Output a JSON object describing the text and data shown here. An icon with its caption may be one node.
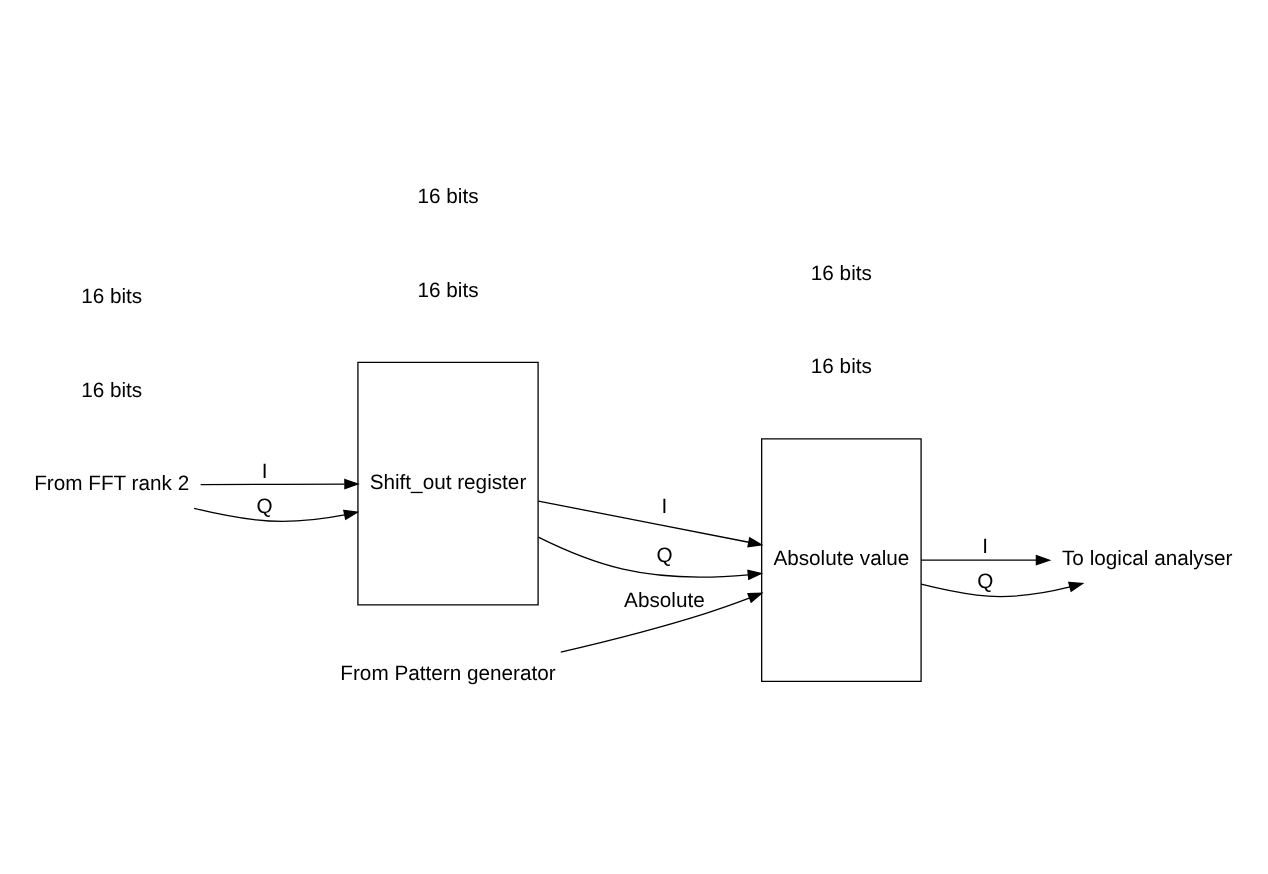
{
  "diagram": {
    "nodes": [
      {
        "text": [
          "From FFT rank 2"
        ]
      },
      {
        "text": [
          "Shift_out register"
        ]
      },
      {
        "text": [
          "Absolute value"
        ]
      },
      {
        "text": [
          "To logical analyser"
        ]
      },
      {
        "text": [
          "From Pattern generator"
        ]
      }
    ],
    "edges": [
      {
        "from": 0,
        "to": 1,
        "arrow": "to",
        "label": "I"
      },
      {
        "from": 0,
        "to": 1,
        "arrow": "to",
        "label": "Q"
      },
      {
        "from": 1,
        "to": 2,
        "arrow": "to",
        "label": "I"
      },
      {
        "from": 1,
        "to": 2,
        "arrow": "to",
        "label": "Q"
      },
      {
        "from": 2,
        "to": 3,
        "arrow": "to",
        "label": "I"
      },
      {
        "from": 2,
        "to": 3,
        "arrow": "to",
        "label": "Q"
      },
      {
        "from": 4,
        "to": 2,
        "arrow": "to",
        "label": "Absolute"
      }
    ],
    "labels": [
      "16 bits",
      "16 bits",
      "16 bits",
      "16 bits",
      "16 bits",
      "16 bits"
    ]
  }
}
